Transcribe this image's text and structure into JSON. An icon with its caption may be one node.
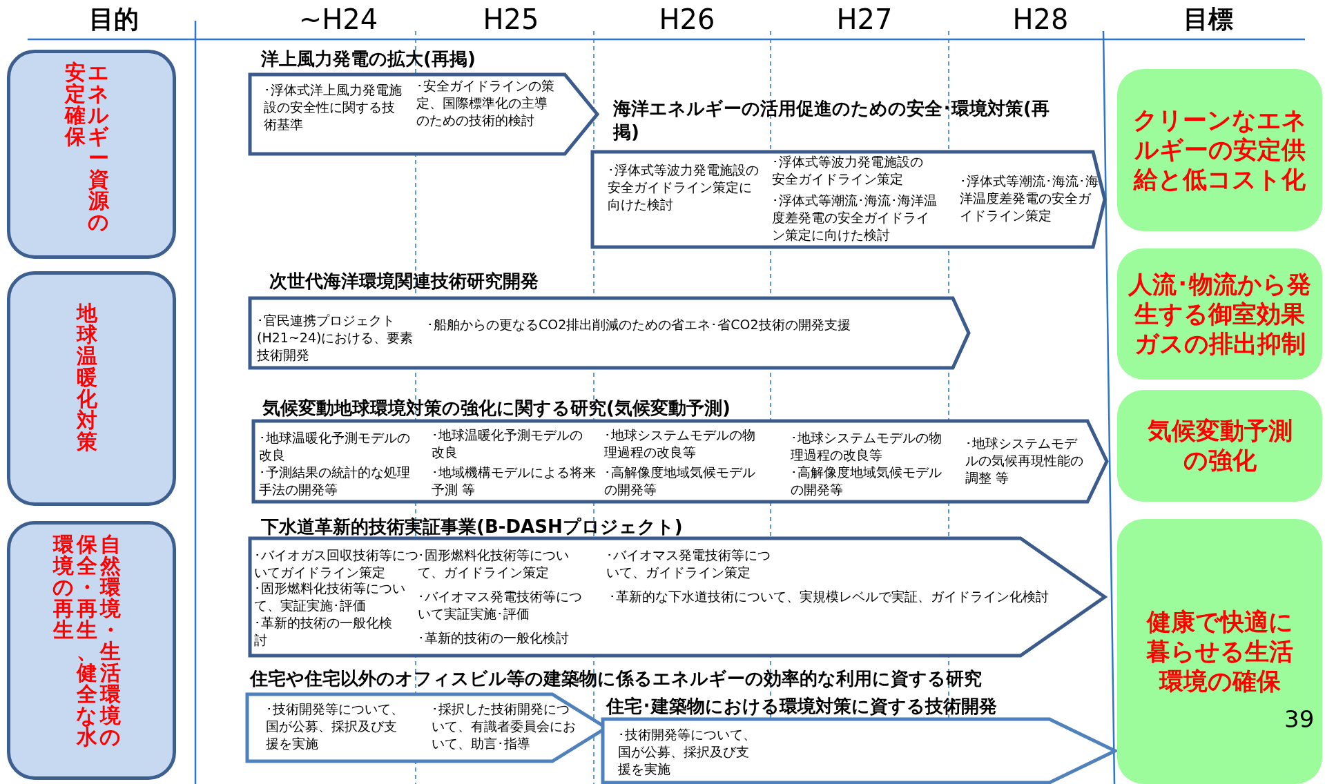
{
  "diagram": {
    "nodes": [
      {
        "text": [
          "エネルギー資源の安定確保"
        ]
      },
      {
        "text": [
          "地球温暖化対策"
        ]
      },
      {
        "text": [
          "自然環境・生活環境の保全・再生、健全な水環境の再生"
        ]
      },
      {
        "text": [
          "洋上風力発電の拡大(再掲)",
          "･浮体式洋上風力発電施設の安全性に関する技術基準",
          "･安全ガイドラインの策定、国際標準化の主導のための技術的検討"
        ]
      },
      {
        "text": [
          "海洋エネルギーの活用促進のための安全･環境対策(再掲)",
          "･浮体式等波力発電施設の安全ガイドライン策定に向けた検討",
          "･浮体式等波力発電施設の安全ガイドライン策定",
          "･浮体式等潮流･海流･海洋温度差発電の安全ガイドライン策定に向けた検討",
          "･浮体式等潮流･海流･海洋温度差発電の安全ガイドライン策定"
        ]
      },
      {
        "text": [
          "次世代海洋環境関連技術研究開発",
          "･官民連携プロジェクト(H21~24)における、要素技術開発",
          "･船舶からの更なるCO2排出削減のための省エネ･省CO2技術の開発支援"
        ]
      },
      {
        "text": [
          "気候変動地球環境対策の強化に関する研究(気候変動予測)",
          "･地球温暖化予測モデルの改良",
          "･予測結果の統計的な処理手法の開発等",
          "･地球温暖化予測モデルの改良",
          "･地域機構モデルによる将来予測 等",
          "･地球システムモデルの物理過程の改良等",
          "･高解像度地域気候モデルの開発等",
          "･地球システムモデルの物理過程の改良等",
          "･高解像度地域気候モデルの開発等",
          "･地球システムモデルの気候再現性能の調整 等"
        ]
      },
      {
        "text": [
          "下水道革新的技術実証事業(B-DASHプロジェクト)",
          "･バイオガス回収技術等についてガイドライン策定",
          "･固形燃料化技術等について、実証実施･評価",
          "･革新的技術の一般化検討",
          "･固形燃料化技術等について、ガイドライン策定",
          "･バイオマス発電技術等について実証実施･評価",
          "･革新的技術の一般化検討",
          "･バイオマス発電技術等について、ガイドライン策定",
          "･革新的な下水道技術について、実規模レベルで実証、ガイドライン化検討"
        ]
      },
      {
        "text": [
          "住宅や住宅以外のオフィスビル等の建築物に係るエネルギーの効率的な利用に資する研究",
          "･技術開発等について、国が公募、採択及び支援を実施",
          "･採択した技術開発について、有識者委員会において、助言･指導"
        ]
      },
      {
        "text": [
          "住宅･建築物における環境対策に資する技術開発",
          "･技術開発等について、国が公募、採択及び支援を実施"
        ]
      },
      {
        "text": [
          "クリーンなエネルギーの安定供給と低コスト化"
        ]
      },
      {
        "text": [
          "人流･物流から発生する御室効果ガスの排出抑制"
        ]
      },
      {
        "text": [
          "気候変動予測の強化"
        ]
      },
      {
        "text": [
          "健康で快適に暮らせる生活環境の確保"
        ]
      }
    ],
    "labels": [
      "目的",
      "~H24",
      "H25",
      "H26",
      "H27",
      "H28",
      "目標",
      "39"
    ]
  }
}
